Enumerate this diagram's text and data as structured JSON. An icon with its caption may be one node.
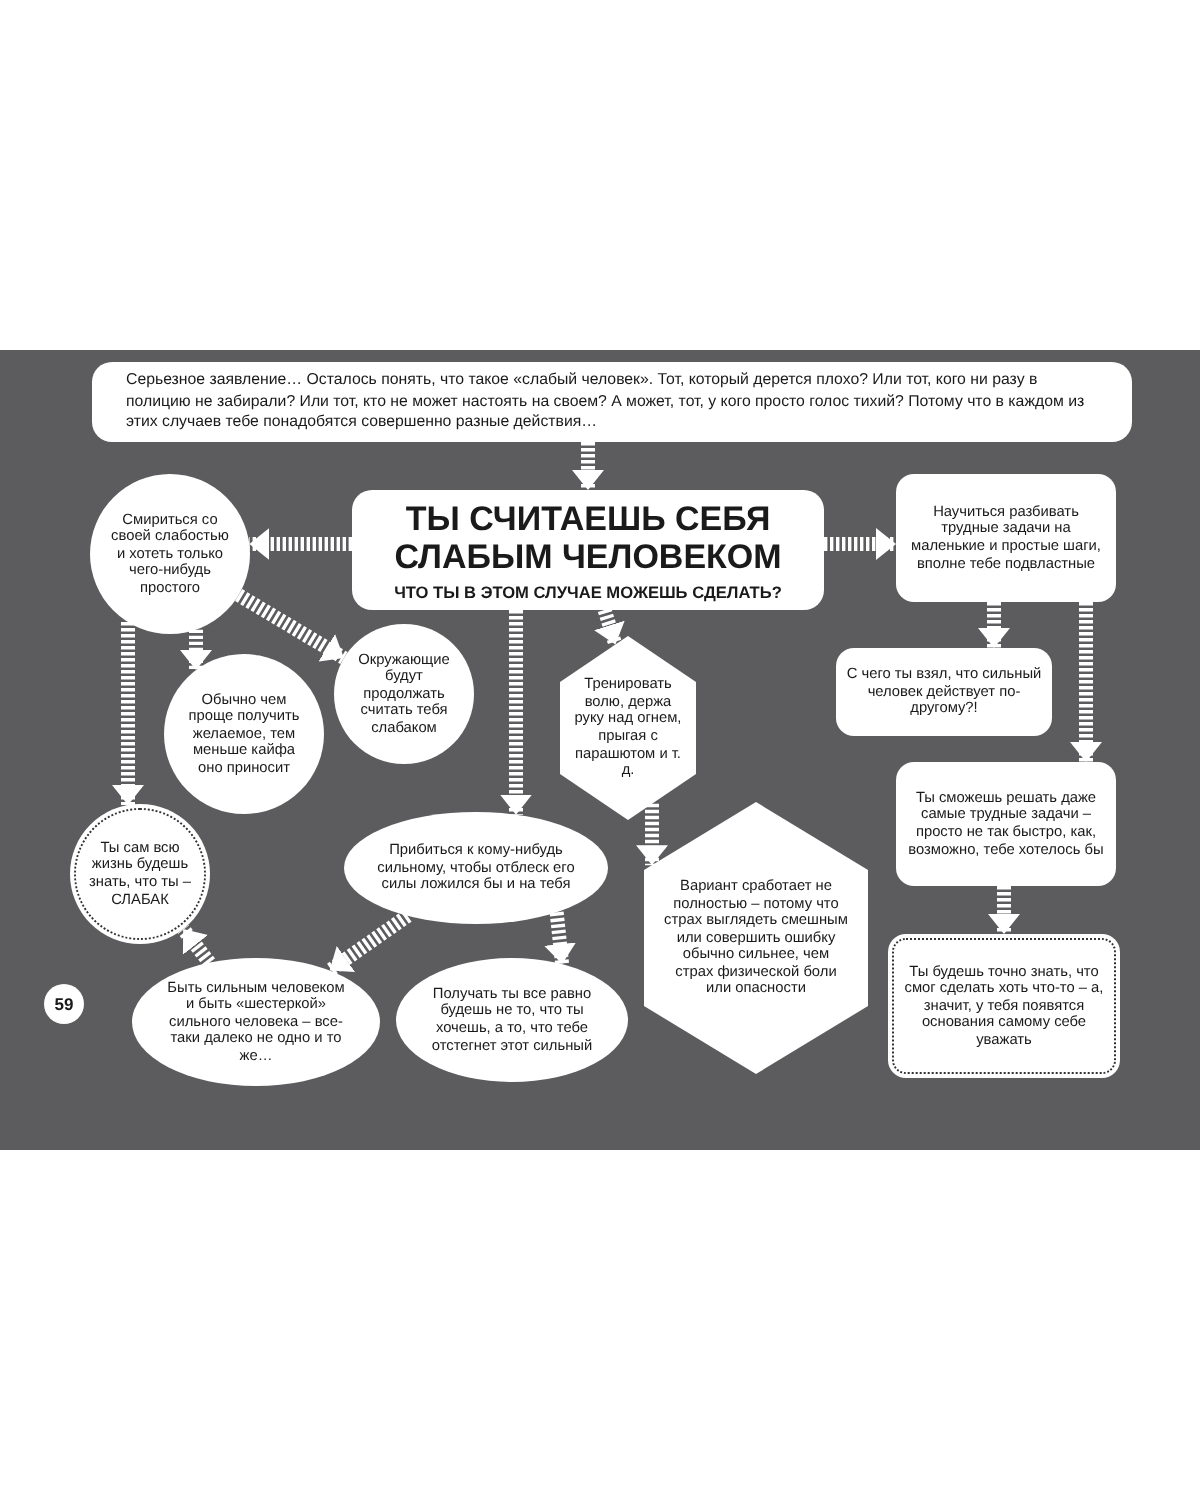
{
  "diagram": {
    "nodes": [
      {
        "text": [
          "Серьезное заявление… Осталось понять, что такое «слабый человек». Тот, который дерется плохо? Или тот, кого ни разу в полицию не забирали? Или тот, кто не может настоять на своем? А может, тот, у кого просто голос тихий? Потому что в каждом из этих случаев тебе понадобятся совершенно разные действия…"
        ]
      },
      {
        "text": [
          "ТЫ СЧИТАЕШЬ СЕБЯ СЛАБЫМ ЧЕЛОВЕКОМ",
          "ЧТО ТЫ В ЭТОМ СЛУЧАЕ МОЖЕШЬ СДЕЛАТЬ?"
        ]
      },
      {
        "text": [
          "Смириться со своей слабостью и хотеть только чего-нибудь простого"
        ]
      },
      {
        "text": [
          "Обычно чем проще получить желаемое, тем меньше кайфа оно приносит"
        ]
      },
      {
        "text": [
          "Окружающие будут продолжать считать тебя слабаком"
        ]
      },
      {
        "text": [
          "Ты сам всю жизнь будешь знать, что ты – СЛАБАК"
        ]
      },
      {
        "text": [
          "Прибиться к кому-нибудь сильному, чтобы отблеск его силы ложился бы и на тебя"
        ]
      },
      {
        "text": [
          "Быть сильным человеком и быть «шестеркой» сильного человека – все-таки далеко не одно и то же…"
        ]
      },
      {
        "text": [
          "Получать ты все равно будешь не то, что ты хочешь, а то, что тебе отстегнет этот сильный"
        ]
      },
      {
        "text": [
          "Тренировать волю, держа руку над огнем, прыгая с парашютом и т. д."
        ]
      },
      {
        "text": [
          "Вариант сработает не полностью – потому что страх выглядеть смешным или совершить ошибку обычно сильнее, чем страх физической боли или опасности"
        ]
      },
      {
        "text": [
          "Научиться разбивать трудные задачи на маленькие и простые шаги, вполне тебе подвластные"
        ]
      },
      {
        "text": [
          "С чего ты взял, что сильный человек действует по-другому?!"
        ]
      },
      {
        "text": [
          "Ты сможешь решать даже самые трудные задачи – просто не так быстро, как, возможно, тебе хотелось бы"
        ]
      },
      {
        "text": [
          "Ты будешь точно знать, что смог сделать хоть что-то – а, значит, у тебя появятся основания самому себе уважать"
        ]
      }
    ],
    "edges": [
      {
        "from": 0,
        "to": 1,
        "arrow": "to"
      },
      {
        "from": 1,
        "to": 2,
        "arrow": "to"
      },
      {
        "from": 2,
        "to": 3,
        "arrow": "to"
      },
      {
        "from": 2,
        "to": 4,
        "arrow": "to"
      },
      {
        "from": 2,
        "to": 5,
        "arrow": "to"
      },
      {
        "from": 1,
        "to": 6,
        "arrow": "to"
      },
      {
        "from": 1,
        "to": 9,
        "arrow": "to"
      },
      {
        "from": 1,
        "to": 11,
        "arrow": "to"
      },
      {
        "from": 6,
        "to": 7,
        "arrow": "to"
      },
      {
        "from": 6,
        "to": 8,
        "arrow": "to"
      },
      {
        "from": 7,
        "to": 5,
        "arrow": "to"
      },
      {
        "from": 9,
        "to": 10,
        "arrow": "to"
      },
      {
        "from": 11,
        "to": 12,
        "arrow": "to"
      },
      {
        "from": 11,
        "to": 13,
        "arrow": "to"
      },
      {
        "from": 13,
        "to": 14,
        "arrow": "to"
      }
    ],
    "labels": [
      "59"
    ]
  }
}
